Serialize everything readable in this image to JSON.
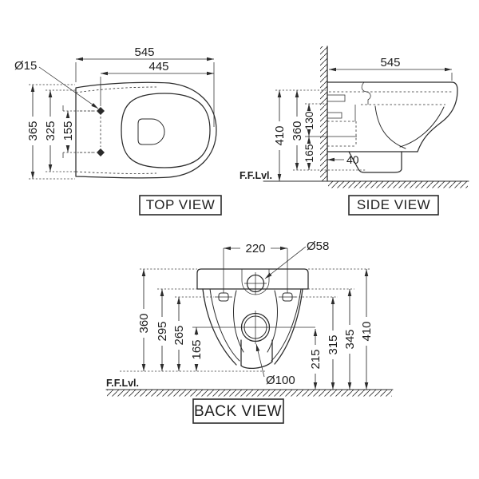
{
  "colors": {
    "background": "#ffffff",
    "line": "#2b2b2b",
    "text": "#1e1e1e"
  },
  "top_view": {
    "label": "TOP VIEW",
    "overall_width": "545",
    "seat_width": "445",
    "hole_diameter": "Ø15",
    "overall_depth": "365",
    "inner_depth": "325",
    "hole_spacing": "155"
  },
  "side_view": {
    "label": "SIDE VIEW",
    "overall_depth": "545",
    "overall_height": "410",
    "ref_height": "360",
    "inlet_drop": "130",
    "inlet_height": "165",
    "outlet_offset": "40",
    "floor_label": "F.F.Lvl."
  },
  "back_view": {
    "label": "BACK VIEW",
    "bolt_spacing": "220",
    "inlet_diameter": "Ø58",
    "outlet_diameter": "Ø100",
    "floor_label": "F.F.Lvl.",
    "left_dims": [
      "360",
      "295",
      "265",
      "165"
    ],
    "right_dims": [
      "215",
      "315",
      "345",
      "410"
    ]
  }
}
